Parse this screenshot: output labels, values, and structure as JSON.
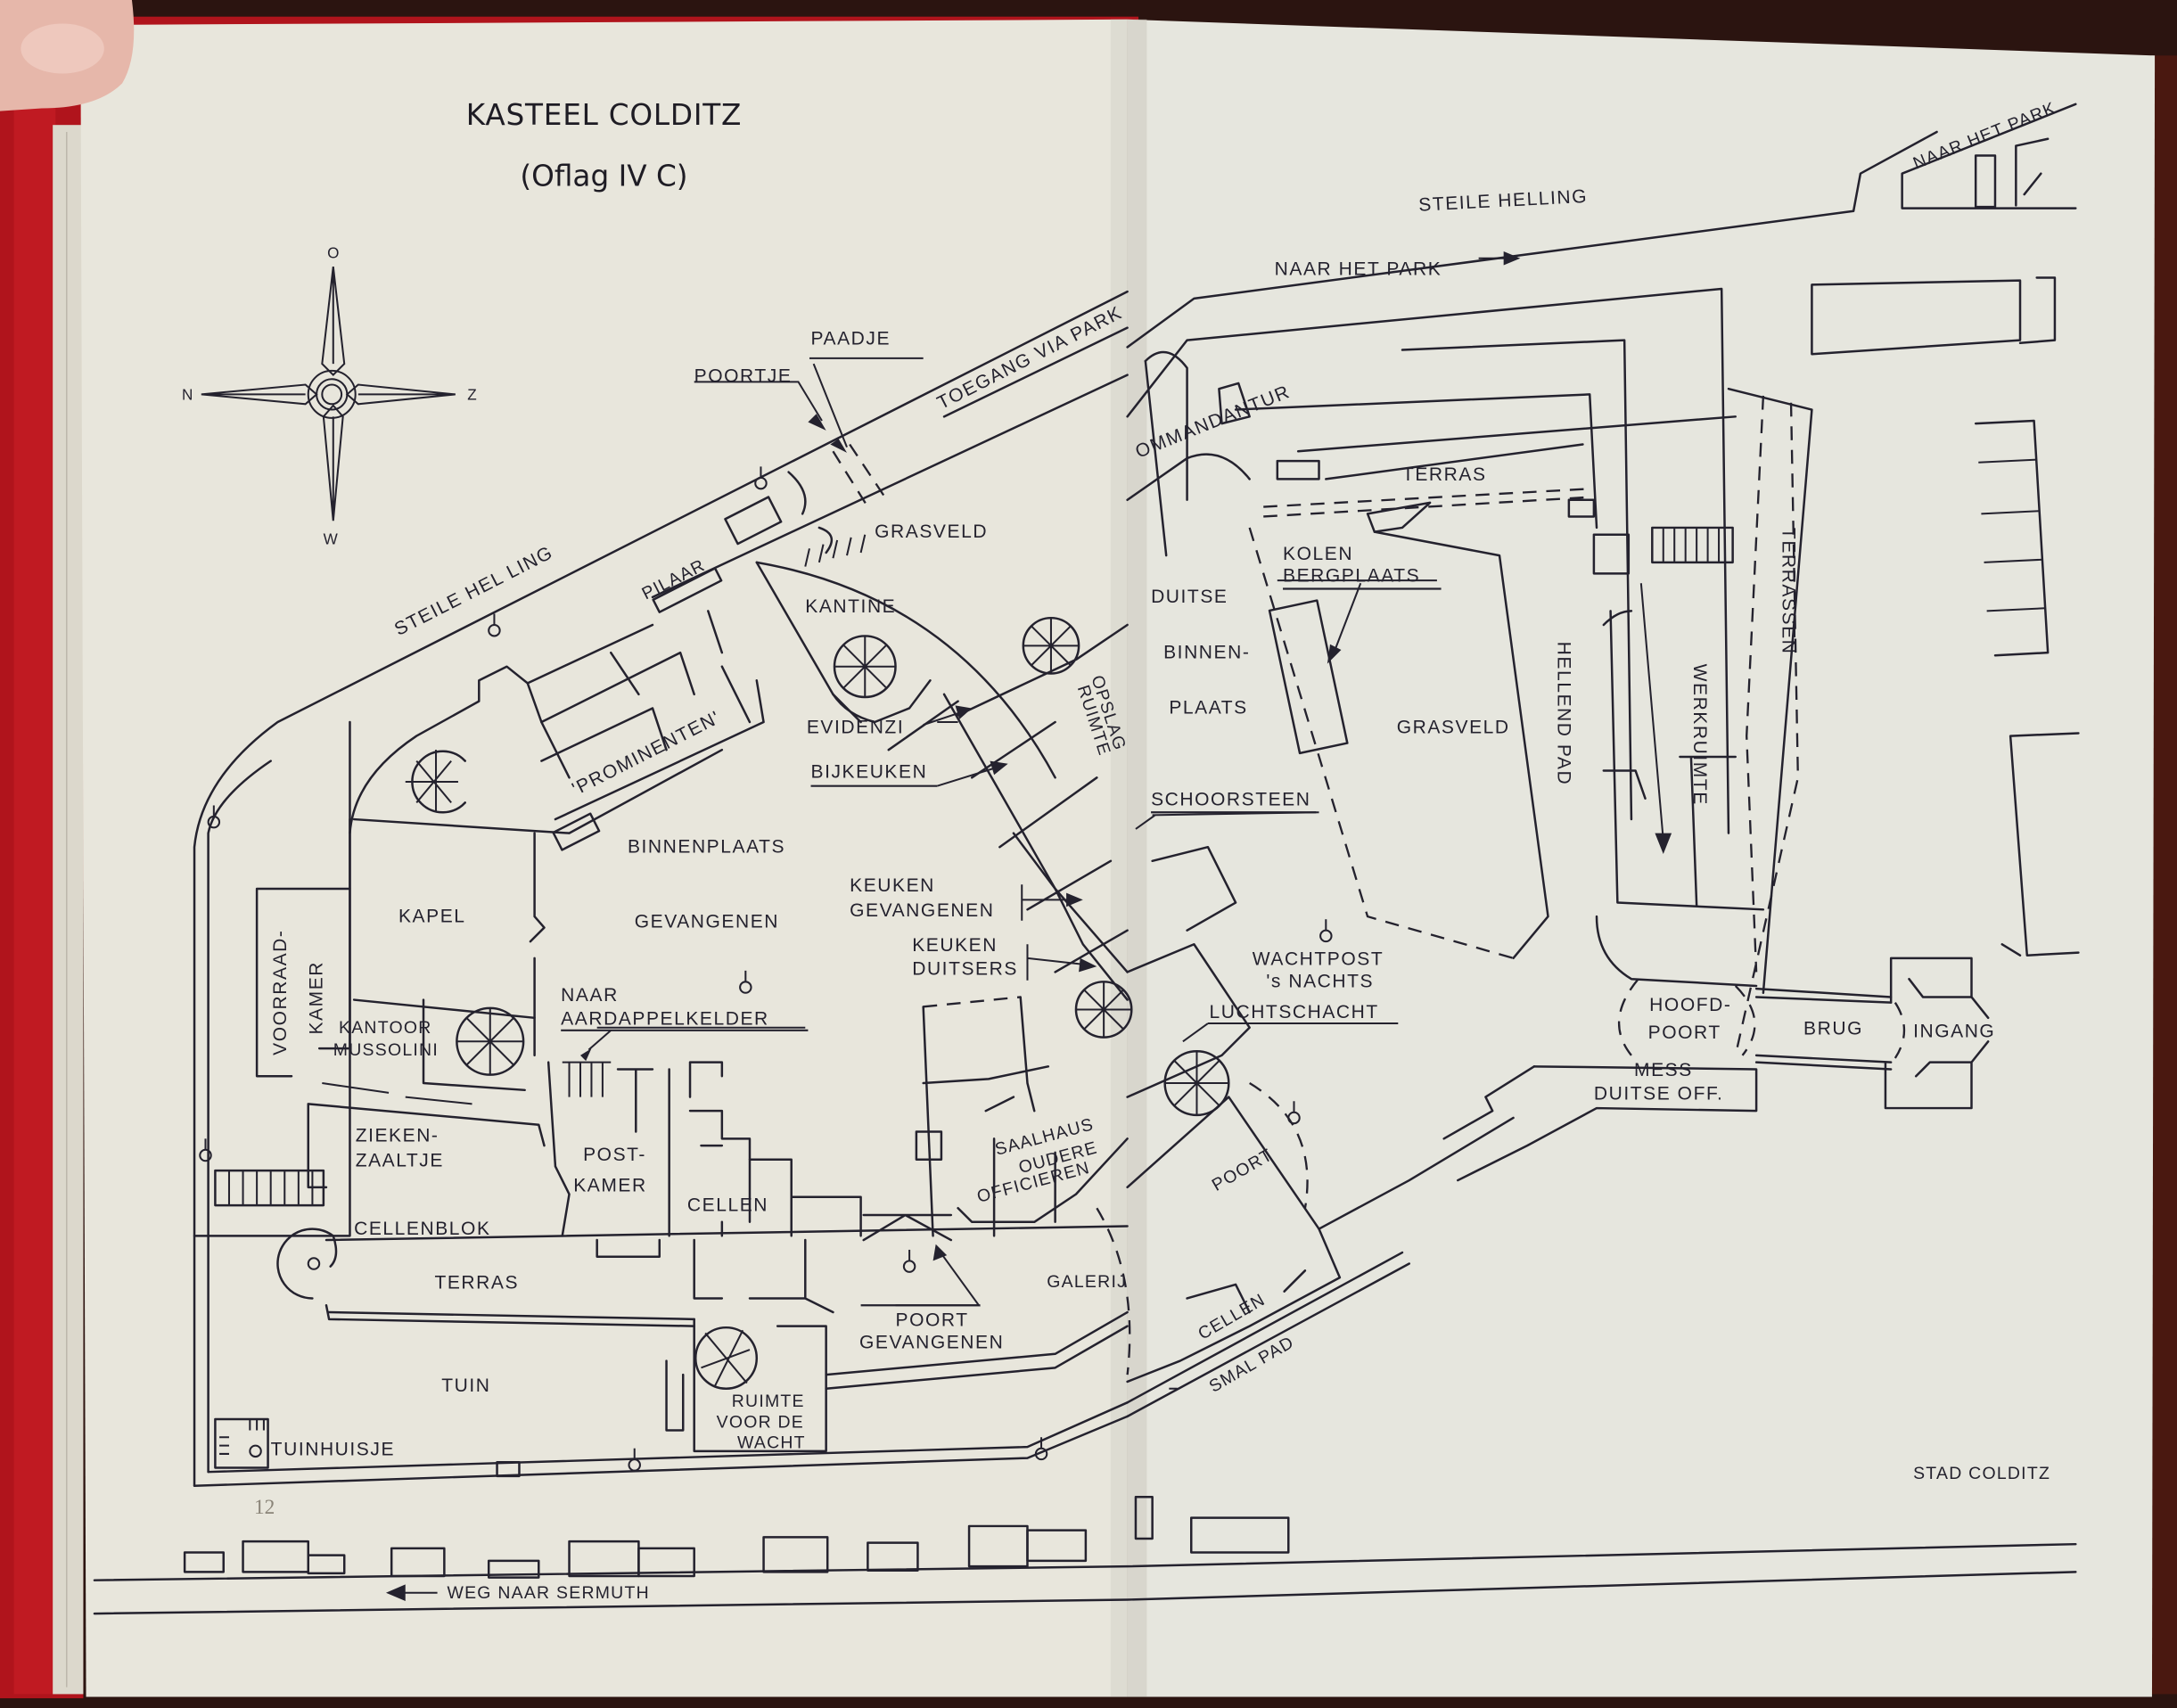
{
  "book": {
    "title": "KASTEEL COLDITZ",
    "subtitle": "(Oflag IV C)",
    "page_number": "12"
  },
  "colors": {
    "paper_left": "#e8e6dc",
    "paper_right": "#e6e6de",
    "ink": "#24222e",
    "cover_red": "#b0141c",
    "background": "#2b1410"
  },
  "compass": {
    "top": "O",
    "left": "N",
    "right": "Z",
    "bottom": "W"
  },
  "map": {
    "left_page": {
      "steile_helling": "STEILE HEL LING",
      "toegang": "TOEGANG VIA PARK",
      "paadje": "PAADJE",
      "poortje": "POORTJE",
      "grasveld": "GRASVELD",
      "pilaar": "PILAAR",
      "kantine": "KANTINE",
      "prominenten": "'PROMINENTEN'",
      "evidenzi": "EVIDENZI",
      "bijkeuken": "BIJKEUKEN",
      "opslag": "OPSLAG",
      "ruimte": "RUIMTE",
      "binnenplaats": "BINNENPLAATS",
      "gevangenen": "GEVANGENEN",
      "kapel": "KAPEL",
      "keuken_gev_1": "KEUKEN",
      "keuken_gev_2": "GEVANGENEN",
      "keuken_dui_1": "KEUKEN",
      "keuken_dui_2": "DUITSERS",
      "voorraad_1": "VOORRAAD-",
      "voorraad_2": "KAMER",
      "kantoor_1": "KANTOOR",
      "kantoor_2": "MUSSOLINI",
      "naar_1": "NAAR",
      "naar_2": "AARDAPPELKELDER",
      "zieken_1": "ZIEKEN-",
      "zieken_2": "ZAALTJE",
      "post_1": "POST-",
      "post_2": "KAMER",
      "cellen": "CELLEN",
      "cellenblok": "CELLENBLOK",
      "saalhaus_1": "SAALHAUS",
      "saalhaus_2": "OUDERE",
      "saalhaus_3": "OFFICIEREN",
      "terras": "TERRAS",
      "tuin": "TUIN",
      "poort_gev_1": "POORT",
      "poort_gev_2": "GEVANGENEN",
      "ruimte_wacht_1": "RUIMTE",
      "ruimte_wacht_2": "VOOR DE",
      "ruimte_wacht_3": "WACHT",
      "tuinhuisje": "TUINHUISJE",
      "galerij": "GALERIJ",
      "weg": "WEG NAAR SERMUTH"
    },
    "right_page": {
      "steile_helling": "STEILE HELLING",
      "naar_het_park_road": "NAAR HET PARK",
      "naar_het_park": "NAAR HET PARK",
      "kommandantur": "OMMANDANTUR",
      "terras": "TERRAS",
      "kolen_1": "KOLEN",
      "kolen_2": "BERGPLAATS",
      "duitse_1": "DUITSE",
      "duitse_2": "BINNEN-",
      "duitse_3": "PLAATS",
      "grasveld": "GRASVELD",
      "hellend_pad": "HELLEND PAD",
      "werkruimte": "WERKRUIMTE",
      "terrassen": "TERRASSEN",
      "schoorsteen": "SCHOORSTEEN",
      "wachtpost_1": "WACHTPOST",
      "wachtpost_2": "'s NACHTS",
      "luchtschacht": "LUCHTSCHACHT",
      "poort": "POORT",
      "cellen": "CELLEN",
      "smal_pad": "SMAL PAD",
      "hoofdpoort_1": "HOOFD-",
      "hoofdpoort_2": "POORT",
      "brug": "BRUG",
      "ingang": "INGANG",
      "mess_1": "MESS",
      "mess_2": "DUITSE OFF.",
      "stad": "STAD COLDITZ"
    }
  }
}
